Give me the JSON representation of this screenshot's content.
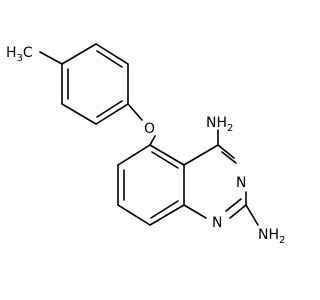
{
  "molecule": {
    "labels": {
      "methyl": {
        "main": "H",
        "sub": "3",
        "tail": "C"
      },
      "ether_oxygen": "O",
      "amine_top": {
        "main": "NH",
        "sub": "2"
      },
      "amine_bottom": {
        "main": "NH",
        "sub": "2"
      },
      "ring_n_upper": "N",
      "ring_n_lower": "N"
    }
  }
}
